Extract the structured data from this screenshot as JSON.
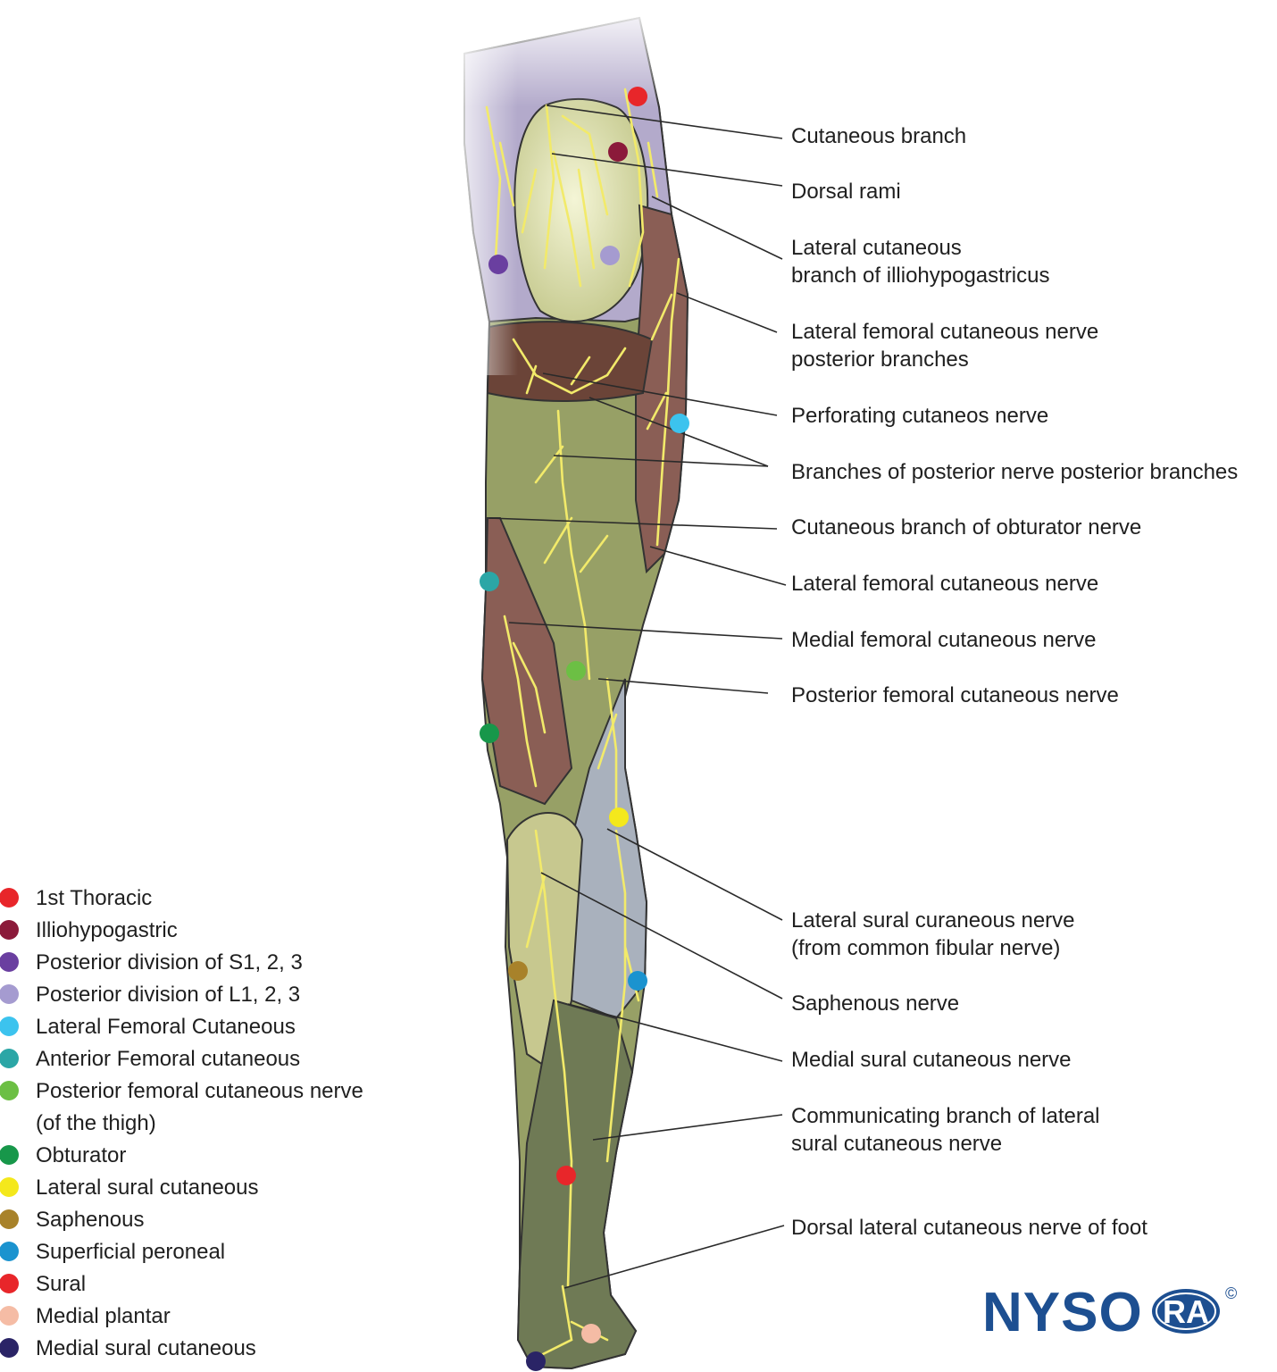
{
  "labels": [
    {
      "lines": [
        "Cutaneous branch"
      ]
    },
    {
      "lines": [
        "Dorsal rami"
      ]
    },
    {
      "lines": [
        "Lateral cutaneous",
        "branch of illiohypogastricus"
      ]
    },
    {
      "lines": [
        "Lateral femoral cutaneous nerve",
        "posterior branches"
      ]
    },
    {
      "lines": [
        "Perforating cutaneos nerve"
      ]
    },
    {
      "lines": [
        "Branches of posterior nerve posterior branches"
      ]
    },
    {
      "lines": [
        "Cutaneous branch of obturator nerve"
      ]
    },
    {
      "lines": [
        "Lateral femoral cutaneous nerve"
      ]
    },
    {
      "lines": [
        "Medial femoral cutaneous nerve"
      ]
    },
    {
      "lines": [
        "Posterior femoral cutaneous nerve"
      ]
    },
    {
      "lines": [
        "Lateral sural curaneous nerve",
        "(from common fibular nerve)"
      ]
    },
    {
      "lines": [
        "Saphenous nerve"
      ]
    },
    {
      "lines": [
        "Medial sural cutaneous nerve"
      ]
    },
    {
      "lines": [
        "Communicating branch of lateral",
        "sural cutaneous nerve"
      ]
    },
    {
      "lines": [
        "Dorsal lateral cutaneous nerve of foot"
      ]
    }
  ],
  "legend": [
    {
      "text": "1st Thoracic",
      "color": "#e8262a"
    },
    {
      "text": "Illiohypogastric",
      "color": "#8b1a3a"
    },
    {
      "text": "Posterior division of S1, 2, 3",
      "color": "#6a3fa0"
    },
    {
      "text": "Posterior division of L1, 2, 3",
      "color": "#a59bd0"
    },
    {
      "text": "Lateral Femoral Cutaneous",
      "color": "#3cc3ee"
    },
    {
      "text": "Anterior Femoral cutaneous",
      "color": "#2ba6a6"
    },
    {
      "text": "Posterior femoral cutaneous nerve",
      "sub": "(of the thigh)",
      "color": "#6cbf44"
    },
    {
      "text": "Obturator",
      "color": "#17974a"
    },
    {
      "text": "Lateral sural cutaneous",
      "color": "#f4e81c"
    },
    {
      "text": "Saphenous",
      "color": "#a8822a"
    },
    {
      "text": "Superficial peroneal",
      "color": "#1b93cf"
    },
    {
      "text": "Sural",
      "color": "#e8262a"
    },
    {
      "text": "Medial plantar",
      "color": "#f5bca5"
    },
    {
      "text": "Medial sural cutaneous",
      "color": "#2a2466"
    }
  ],
  "logo": {
    "text": "NYSO",
    "badge": "RA",
    "mark": "©"
  },
  "colors": {
    "nerve": "#f2ea6a",
    "leader": "#2a2a2a",
    "region_purple": "#b3aacb",
    "region_olive": "#8e9a58",
    "region_brown": "#8a5e55",
    "region_gray": "#a9b1bd",
    "region_pale": "#e9ebbf"
  }
}
